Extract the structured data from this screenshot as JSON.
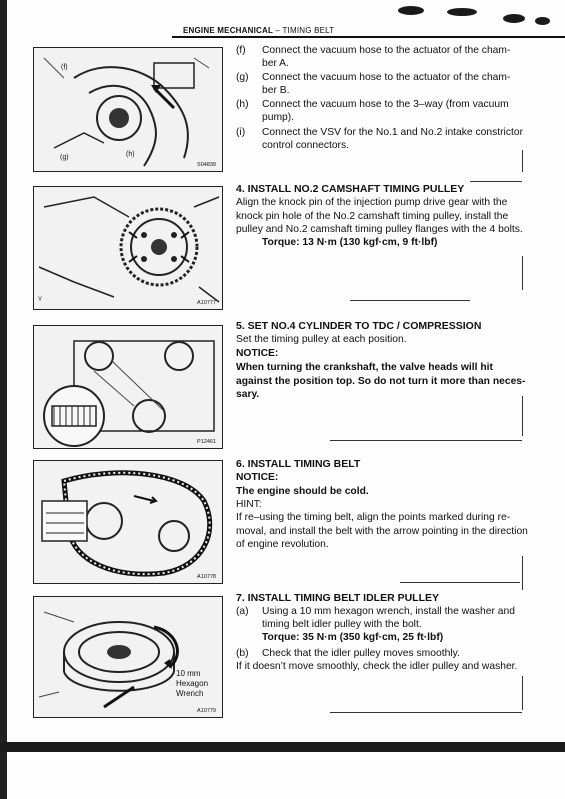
{
  "header": {
    "section": "ENGINE MECHANICAL",
    "separator": "–",
    "subsection": "TIMING BELT"
  },
  "figures": {
    "fig1": {
      "code": "S04839",
      "labels": [
        "(f)",
        "(g)",
        "(h)"
      ]
    },
    "fig2": {
      "code": "A10777",
      "labels": [
        "Y"
      ]
    },
    "fig3": {
      "code": "P12461"
    },
    "fig4": {
      "code": "A10778"
    },
    "fig5": {
      "code": "A10779",
      "note": [
        "10 mm",
        "Hexagon",
        "Wrench"
      ]
    }
  },
  "step_prev": {
    "items": [
      {
        "label": "(f)",
        "text": "Connect the vacuum hose to the actuator of the cham-",
        "cont": "ber A."
      },
      {
        "label": "(g)",
        "text": "Connect the vacuum hose to the actuator of the cham-",
        "cont": "ber B."
      },
      {
        "label": "(h)",
        "text": "Connect the vacuum hose to the 3–way (from vacuum",
        "cont": "pump)."
      },
      {
        "label": "(i)",
        "text": "Connect the VSV for the No.1 and No.2 intake constrictor",
        "cont": "control connectors."
      }
    ]
  },
  "step4": {
    "title": "4.   INSTALL NO.2 CAMSHAFT TIMING PULLEY",
    "lines": [
      "Align the knock pin of the injection pump drive gear with the",
      "knock pin hole of the No.2 camshaft timing pulley, install the",
      "pulley and No.2 camshaft timing pulley flanges with the 4 bolts."
    ],
    "torque": "Torque: 13 N·m (130 kgf·cm, 9 ft·lbf)"
  },
  "step5": {
    "title": "5.   SET NO.4 CYLINDER TO TDC / COMPRESSION",
    "line1": "Set the timing pulley at each position.",
    "notice_label": "NOTICE:",
    "notice_lines": [
      "When turning the crankshaft, the valve heads will hit",
      "against the position top. So do not turn it more than neces-",
      "sary."
    ]
  },
  "step6": {
    "title": "6.   INSTALL TIMING BELT",
    "notice_label": "NOTICE:",
    "notice_text": "The engine should be cold.",
    "hint_label": "HINT:",
    "hint_lines": [
      "If re–using the timing belt, align the points marked during re-",
      "moval, and install the belt with the arrow pointing in the direction",
      "of engine revolution."
    ]
  },
  "step7": {
    "title": "7.   INSTALL TIMING BELT IDLER PULLEY",
    "a_label": "(a)",
    "a_lines": [
      "Using a 10 mm hexagon wrench, install the washer and",
      "timing belt idler pulley with the bolt."
    ],
    "torque": "Torque: 35 N·m (350 kgf·cm, 25 ft·lbf)",
    "b_label": "(b)",
    "b_text": "Check that the idler pulley moves smoothly.",
    "b_follow": "If it doesn’t move smoothly, check the idler pulley and washer."
  }
}
